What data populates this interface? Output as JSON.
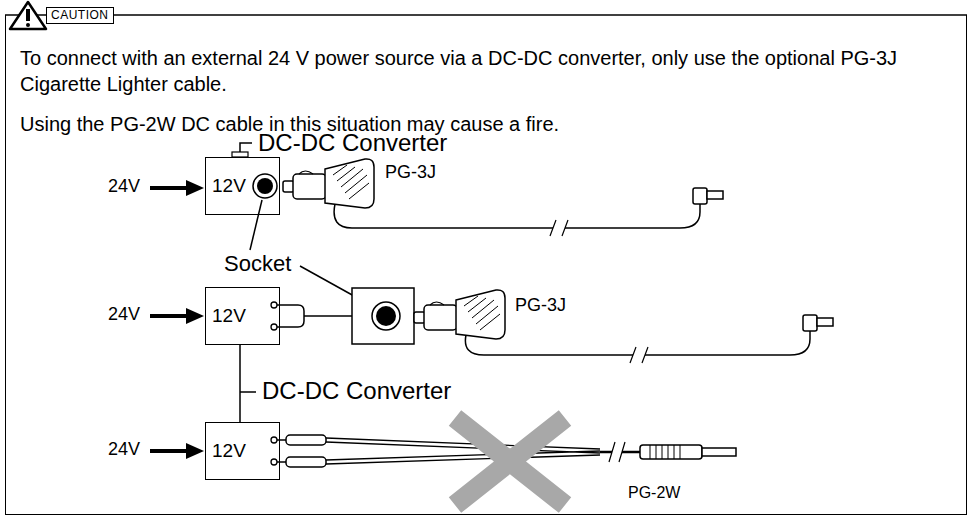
{
  "diagram": {
    "nodes": [
      {
        "text": [
          "CAUTION",
          "To connect with an external 24 V power source via a DC-DC converter, only use the optional PG-3J Cigarette Lighter cable.",
          "Using the PG-2W DC cable in this situation may cause a fire."
        ]
      },
      {
        "text": [
          "12V"
        ],
        "in": 0
      },
      {
        "text": [
          "12V"
        ],
        "in": 0
      },
      {
        "text": [
          "12V"
        ],
        "in": 0
      }
    ],
    "labels": [
      "DC-DC Converter",
      "24V",
      "PG-3J",
      "Socket",
      "24V",
      "PG-3J",
      "DC-DC Converter",
      "24V",
      "PG-2W"
    ]
  }
}
